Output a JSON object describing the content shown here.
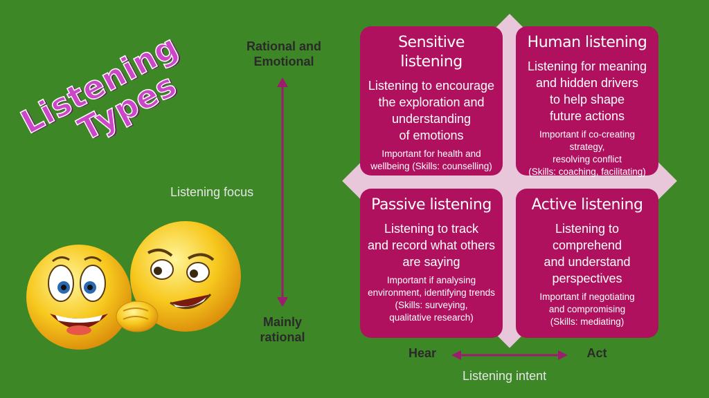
{
  "title": {
    "line1": "Listening",
    "line2": "Types"
  },
  "vertical_axis": {
    "top_label": "Rational and\nEmotional",
    "bottom_label": "Mainly\nrational",
    "caption": "Listening focus"
  },
  "horizontal_axis": {
    "left_label": "Hear",
    "right_label": "Act",
    "caption": "Listening intent"
  },
  "quadrants": {
    "top_left": {
      "title": "Sensitive listening",
      "description": "Listening to encourage\nthe exploration and\nunderstanding\nof emotions",
      "note": "Important for health and\nwellbeing (Skills: counselling)"
    },
    "top_right": {
      "title": "Human listening",
      "description": "Listening for meaning\nand hidden drivers\nto help shape\nfuture actions",
      "note": "Important if co-creating strategy,\nresolving conflict\n(Skills: coaching, facilitating)"
    },
    "bottom_left": {
      "title": "Passive listening",
      "description": "Listening to track\nand record what others\nare saying",
      "note": "Important if analysing\nenvironment, identifying trends\n(Skills: surveying,\nqualitative research)"
    },
    "bottom_right": {
      "title": "Active listening",
      "description": "Listening to comprehend\nand understand\nperspectives",
      "note": "Important if negotiating\nand compromising\n(Skills: mediating)"
    }
  },
  "colors": {
    "background": "#3d8726",
    "card": "#b0115f",
    "diamond": "#e8c7db",
    "arrow": "#9c1c6e",
    "title": "#cc47c7"
  },
  "icons": [
    "laughing-emoji-icon",
    "whispering-emoji-icon"
  ]
}
